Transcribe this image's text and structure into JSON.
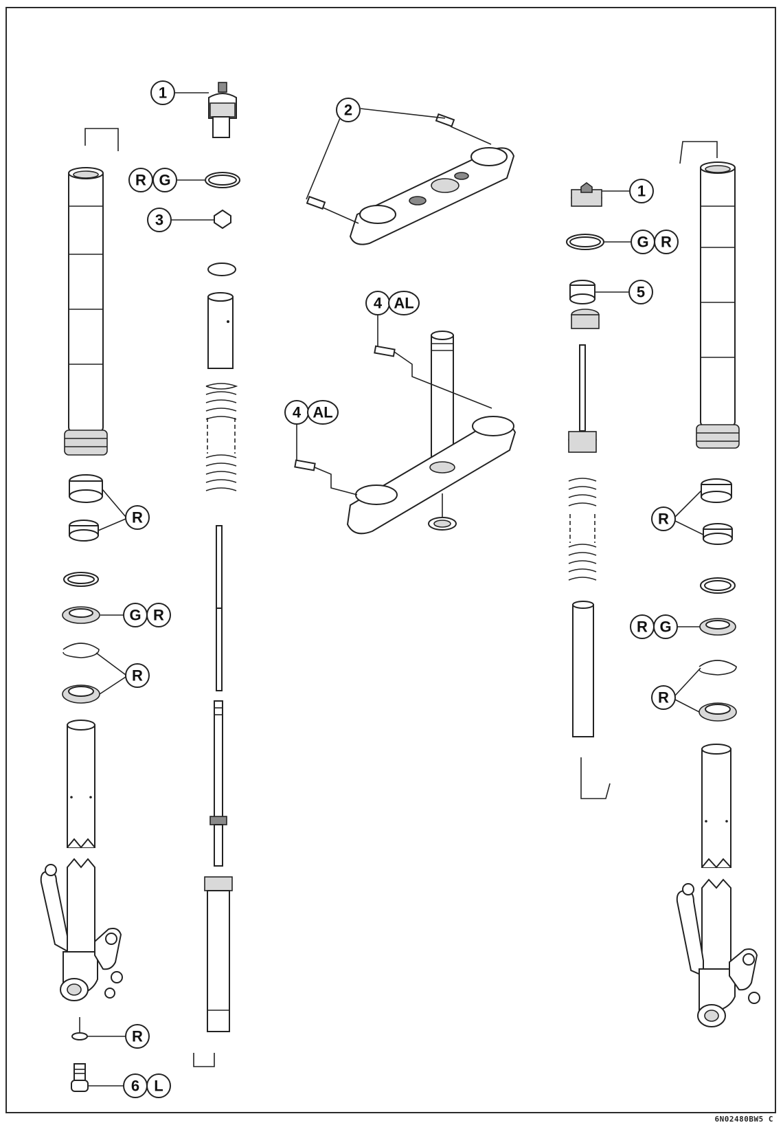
{
  "diagram": {
    "code": "6N02480BW5 C",
    "labels": [
      {
        "id": "l1",
        "text": "1"
      },
      {
        "id": "l2",
        "text": "2"
      },
      {
        "id": "l3",
        "text": "3"
      },
      {
        "id": "l4",
        "text": "4"
      },
      {
        "id": "l5",
        "text": "5"
      },
      {
        "id": "l6",
        "text": "6"
      },
      {
        "id": "R",
        "text": "R"
      },
      {
        "id": "G",
        "text": "G"
      },
      {
        "id": "AL",
        "text": "AL"
      },
      {
        "id": "L",
        "text": "L"
      }
    ]
  }
}
